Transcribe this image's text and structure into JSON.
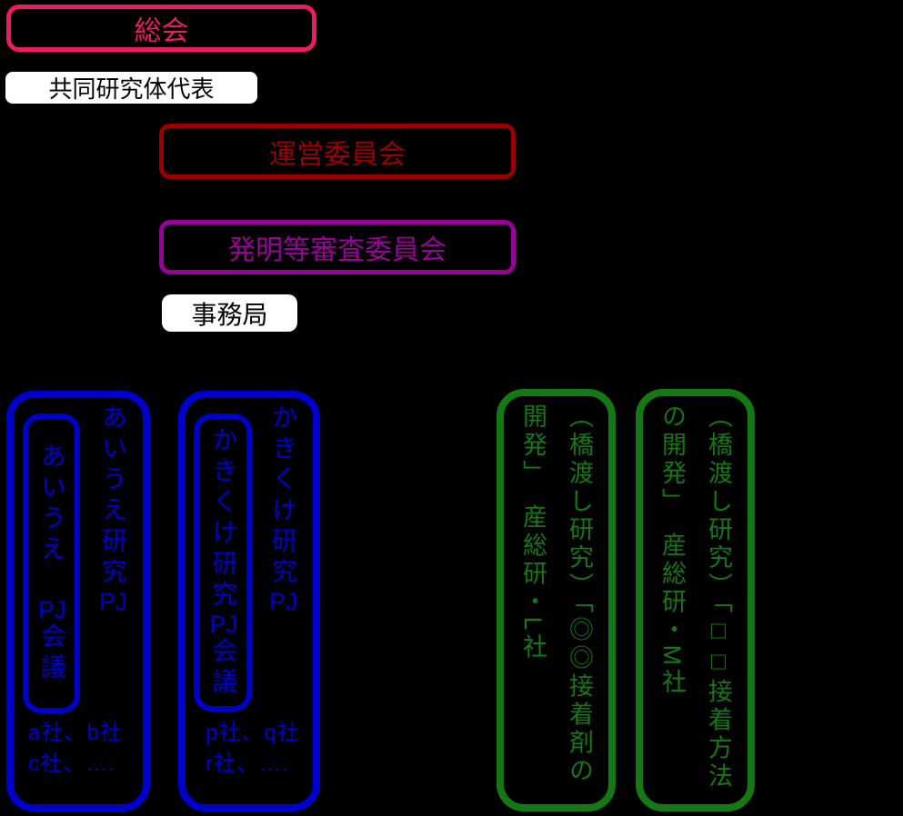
{
  "colors": {
    "background": "#000000",
    "general_assembly": "#EE1A64",
    "steering_committee": "#990000",
    "invention_review": "#990099",
    "project_blue": "#0000CC",
    "bridge_green": "#147814",
    "plain_box_bg": "#FFFFFF",
    "plain_box_text": "#000000"
  },
  "boxes": {
    "soukai": {
      "label": "総会"
    },
    "daihyo": {
      "label": "共同研究体代表"
    },
    "unei": {
      "label": "運営委員会"
    },
    "shinsa": {
      "label": "発明等審査委員会"
    },
    "jimu": {
      "label": "事務局"
    }
  },
  "projects": [
    {
      "title_text": "あいうえ研究",
      "title_pj": "PJ",
      "inner_pre": "あいうえ　",
      "inner_tcy": "PJ",
      "inner_post": "会議",
      "members": [
        "a社、b社",
        "c社、…."
      ]
    },
    {
      "title_text": "かきくけ研究",
      "title_pj": "PJ",
      "inner_pre": "かきくけ研究",
      "inner_tcy": "PJ",
      "inner_post": "会議",
      "members": [
        "p社、q社",
        "r社、…."
      ]
    }
  ],
  "bridges": [
    {
      "lines": [
        "（橋渡し研究）「◎◎接着剤の",
        "開発」　産総研・L社"
      ]
    },
    {
      "lines": [
        "（橋渡し研究）「□□接着方法",
        "の開発」　産総研・M社"
      ]
    }
  ]
}
